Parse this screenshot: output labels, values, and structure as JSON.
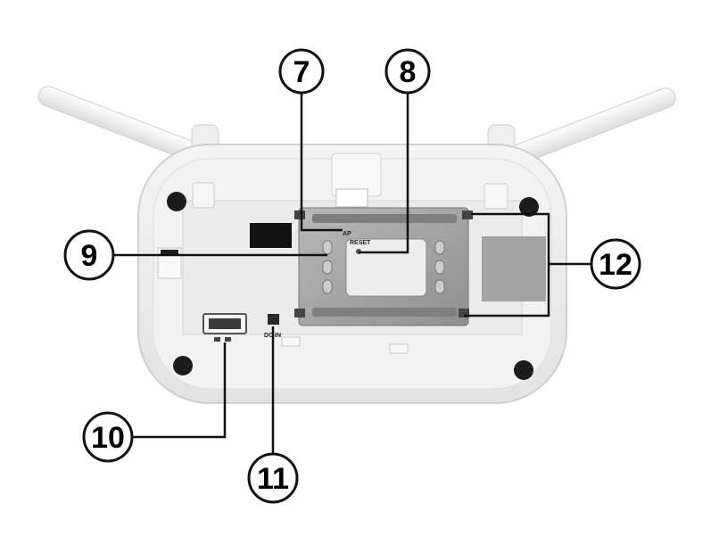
{
  "callouts": [
    {
      "id": "7",
      "label": "7"
    },
    {
      "id": "8",
      "label": "8"
    },
    {
      "id": "9",
      "label": "9"
    },
    {
      "id": "10",
      "label": "10"
    },
    {
      "id": "11",
      "label": "11"
    },
    {
      "id": "12",
      "label": "12"
    }
  ],
  "device_labels": {
    "ap": "AP",
    "reset": "RESET",
    "dc_in": "DC IN"
  }
}
